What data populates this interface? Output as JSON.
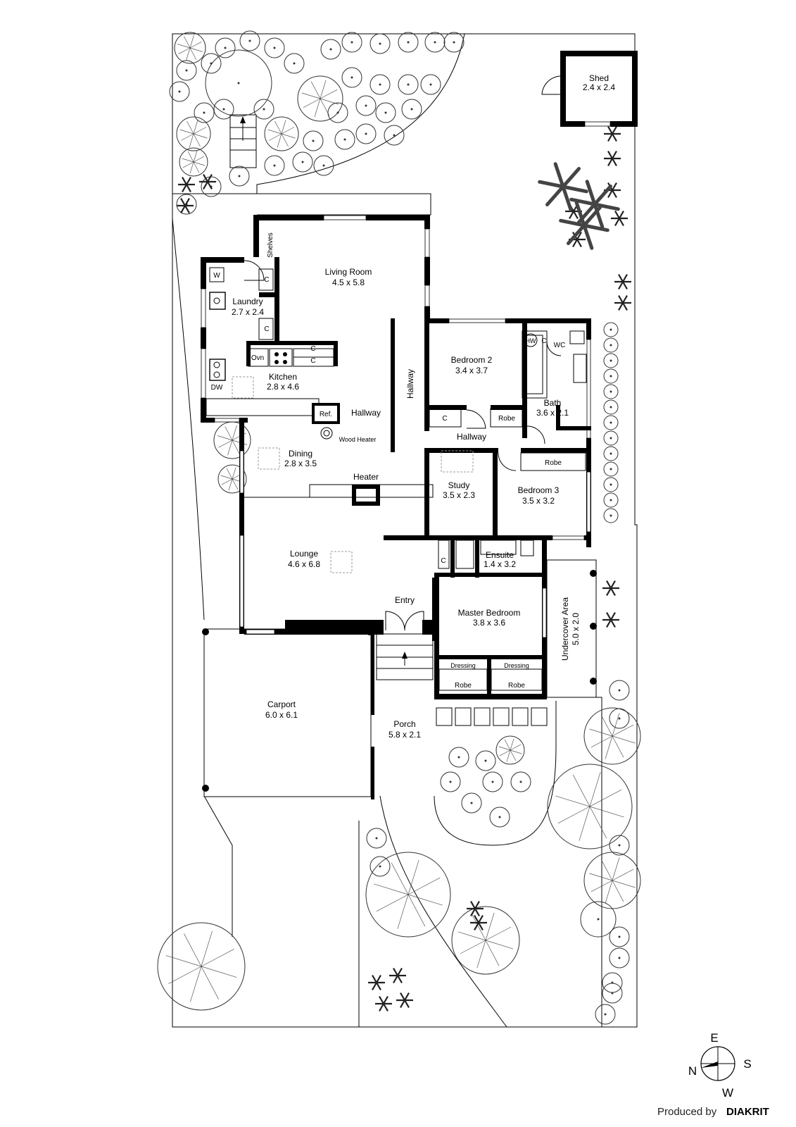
{
  "rooms": [
    {
      "id": "shed",
      "name": "Shed",
      "dims": "2.4 x 2.4"
    },
    {
      "id": "living",
      "name": "Living Room",
      "dims": "4.5 x 5.8"
    },
    {
      "id": "laundry",
      "name": "Laundry",
      "dims": "2.7 x 2.4"
    },
    {
      "id": "kitchen",
      "name": "Kitchen",
      "dims": "2.8 x 4.6"
    },
    {
      "id": "dining",
      "name": "Dining",
      "dims": "2.8 x 3.5"
    },
    {
      "id": "bedroom2",
      "name": "Bedroom 2",
      "dims": "3.4 x 3.7"
    },
    {
      "id": "bath",
      "name": "Bath",
      "dims": "3.6 x 2.1"
    },
    {
      "id": "study",
      "name": "Study",
      "dims": "3.5 x 2.3"
    },
    {
      "id": "bedroom3",
      "name": "Bedroom 3",
      "dims": "3.5 x 3.2"
    },
    {
      "id": "lounge",
      "name": "Lounge",
      "dims": "4.6 x 6.8"
    },
    {
      "id": "ensuite",
      "name": "Ensuite",
      "dims": "1.4 x 3.2"
    },
    {
      "id": "master",
      "name": "Master Bedroom",
      "dims": "3.8 x 3.6"
    },
    {
      "id": "carport",
      "name": "Carport",
      "dims": "6.0 x 6.1"
    },
    {
      "id": "porch",
      "name": "Porch",
      "dims": "5.8 x 2.1"
    },
    {
      "id": "undercover",
      "name": "Undercover Area",
      "dims": "5.0 x 2.0"
    }
  ],
  "labels": {
    "shelves": "Shelves",
    "w": "W",
    "c": "C",
    "ovn": "Ovn",
    "dw": "DW",
    "ref": "Ref.",
    "hallway": "Hallway",
    "wood_heater": "Wood Heater",
    "heater": "Heater",
    "robe": "Robe",
    "hw": "HW",
    "wc": "WC",
    "entry": "Entry",
    "dressing": "Dressing"
  },
  "compass": {
    "n": "N",
    "e": "E",
    "s": "S",
    "w": "W"
  },
  "credit": {
    "prefix": "Produced by",
    "brand": "DIAKRIT"
  },
  "colors": {
    "wall": "#000000",
    "line": "#333333",
    "background": "#ffffff"
  }
}
